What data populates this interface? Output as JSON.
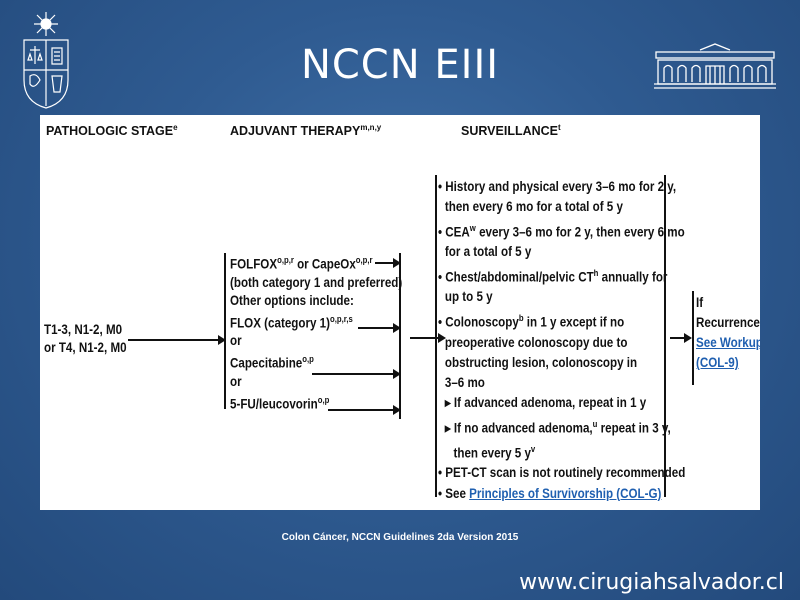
{
  "slide": {
    "title": "NCCN EIII",
    "citation": "Colon Cáncer, NCCN Guidelines 2da Version 2015",
    "website": "www.cirugiahsalvador.cl"
  },
  "table": {
    "headers": {
      "stage": "PATHOLOGIC STAGE",
      "stage_sup": "e",
      "therapy": "ADJUVANT THERAPY",
      "therapy_sup": "m,n,y",
      "surveillance": "SURVEILLANCE",
      "surveillance_sup": "t"
    },
    "stage": {
      "line1": "T1-3, N1-2, M0",
      "line2": "or T4, N1-2, M0"
    },
    "therapy": {
      "folfox": "FOLFOX",
      "folfox_sup": "o,p,r",
      "or_capeox": " or CapeOx",
      "capeox_sup": "o,p,r",
      "both_cat": "(both category 1 and preferred)",
      "other": "Other options include:",
      "flox": "FLOX (category 1)",
      "flox_sup": "o,p,r,s",
      "or1": "or",
      "cape": "Capecitabine",
      "cape_sup": "o,p",
      "or2": "or",
      "fu": "5-FU/leucovorin",
      "fu_sup": "o,p"
    },
    "surveillance": {
      "l1": "• History and physical every 3–6 mo for 2 y,",
      "l2": "then every 6 mo for a total of 5 y",
      "l3a": "• CEA",
      "l3sup": "w",
      "l3b": " every 3–6 mo for 2 y, then every 6 mo",
      "l4": "for a total of 5 y",
      "l5a": "• Chest/abdominal/pelvic CT",
      "l5sup": "h",
      "l5b": " annually for",
      "l6": "up to 5 y",
      "l7a": "• Colonoscopy",
      "l7sup": "b",
      "l7b": " in 1 y except if no",
      "l8": "preoperative colonoscopy due to",
      "l9": "obstructing lesion, colonoscopy in",
      "l10": "3–6 mo",
      "l11": "▸ If advanced adenoma, repeat in 1 y",
      "l12a": "▸ If no advanced adenoma,",
      "l12sup": "u",
      "l12b": " repeat in 3 y,",
      "l13a": "then every 5 y",
      "l13sup": "v",
      "l14": "• PET-CT scan is not routinely recommended",
      "l15a": "• See ",
      "l15link": "Principles of Survivorship (COL-G)"
    },
    "outcome": {
      "if": "If",
      "recurrence": "Recurrence,",
      "see_workup": "See Workup",
      "col9": "(COL-9)"
    }
  }
}
